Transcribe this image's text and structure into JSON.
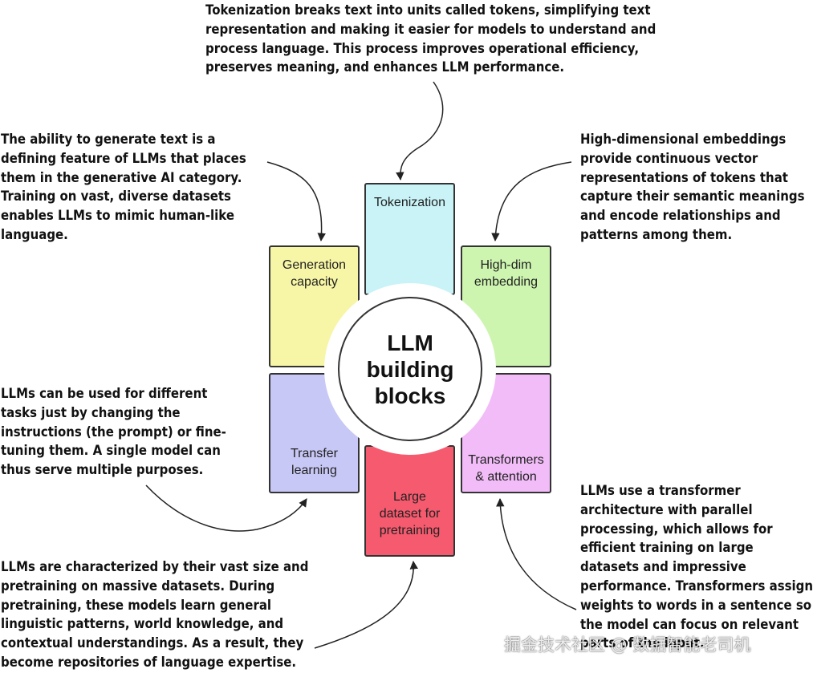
{
  "annotations": {
    "tokenization": "Tokenization breaks text into units called tokens, simplifying text representation and making it easier for models to understand and process language. This process improves operational efficiency, preserves meaning, and enhances LLM performance.",
    "generation": "The ability to generate text is a defining feature of LLMs that places them in the generative AI category. Training on vast, diverse datasets enables LLMs to mimic human-like language.",
    "embedding": "High-dimensional embeddings provide continuous vector representations of tokens that capture their semantic meanings and encode relationships and patterns among them.",
    "transfer": "LLMs can be used for different tasks just by changing the instructions (the prompt) or fine-tuning them. A single model can thus serve multiple purposes.",
    "dataset": "LLMs are characterized by their vast size and pretraining on massive datasets. During pretraining, these models learn general linguistic patterns, world knowledge, and contextual understandings. As a result, they become repositories of language expertise.",
    "transformers": "LLMs use a transformer architecture with parallel processing, which allows for efficient training on large datasets and impressive performance. Transformers assign weights to words in a sentence so the model can focus on relevant parts of the input."
  },
  "blocks": {
    "tokenization": {
      "label": "Tokenization",
      "color": "#c9f3f7"
    },
    "generation": {
      "line1": "Generation",
      "line2": "capacity",
      "color": "#f7f6a6"
    },
    "highdim": {
      "line1": "High-dim",
      "line2": "embedding",
      "color": "#cdf5b0"
    },
    "transfer": {
      "line1": "Transfer",
      "line2": "learning",
      "color": "#c8c8f6"
    },
    "transformers": {
      "line1": "Transformers",
      "line2": "& attention",
      "color": "#f1bcf7"
    },
    "dataset": {
      "line1": "Large",
      "line2": "dataset for",
      "line3": "pretraining",
      "color": "#f55a6e"
    }
  },
  "center": {
    "title": "LLM building blocks"
  },
  "watermark": "掘金技术社区 @ 数据智能老司机"
}
